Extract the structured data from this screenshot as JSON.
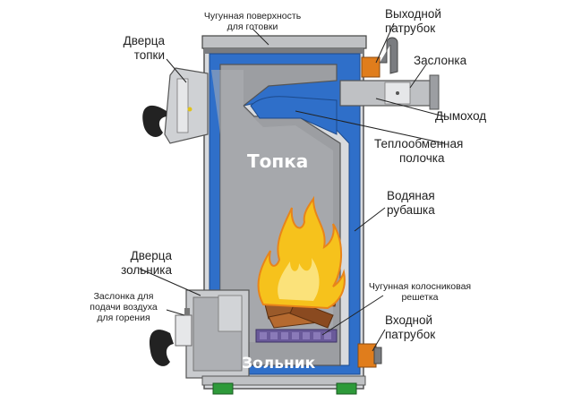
{
  "labels": {
    "cast_iron_surface": [
      "Чугунная поверхность",
      "для готовки"
    ],
    "firebox_door": [
      "Дверца",
      "топки"
    ],
    "outlet_pipe": [
      "Выходной",
      "патрубок"
    ],
    "damper": [
      "Заслонка"
    ],
    "chimney": [
      "Дымоход"
    ],
    "heat_exchange_shelf": [
      "Теплообменная",
      "полочка"
    ],
    "firebox": "Топка",
    "water_jacket": [
      "Водяная",
      "рубашка"
    ],
    "ashpit_door": [
      "Дверца",
      "зольника"
    ],
    "air_damper": [
      "Заслонка для",
      "подачи воздуха",
      "для горения"
    ],
    "cast_iron_grate": [
      "Чугунная колосниковая",
      "решетка"
    ],
    "inlet_pipe": [
      "Входной",
      "патрубок"
    ],
    "ashpit": "Зольник"
  },
  "colors": {
    "jacket_blue": "#2f6fc9",
    "body_grey": "#9c9ea2",
    "flame_yellow": "#f6c21c",
    "flame_orange": "#e8841a",
    "wood_brown": "#9a5a2a",
    "pipe_orange": "#e07d1c",
    "feet_green": "#2e9a3a",
    "grate_purple": "#6a5a9a",
    "leader_line": "#222222"
  }
}
